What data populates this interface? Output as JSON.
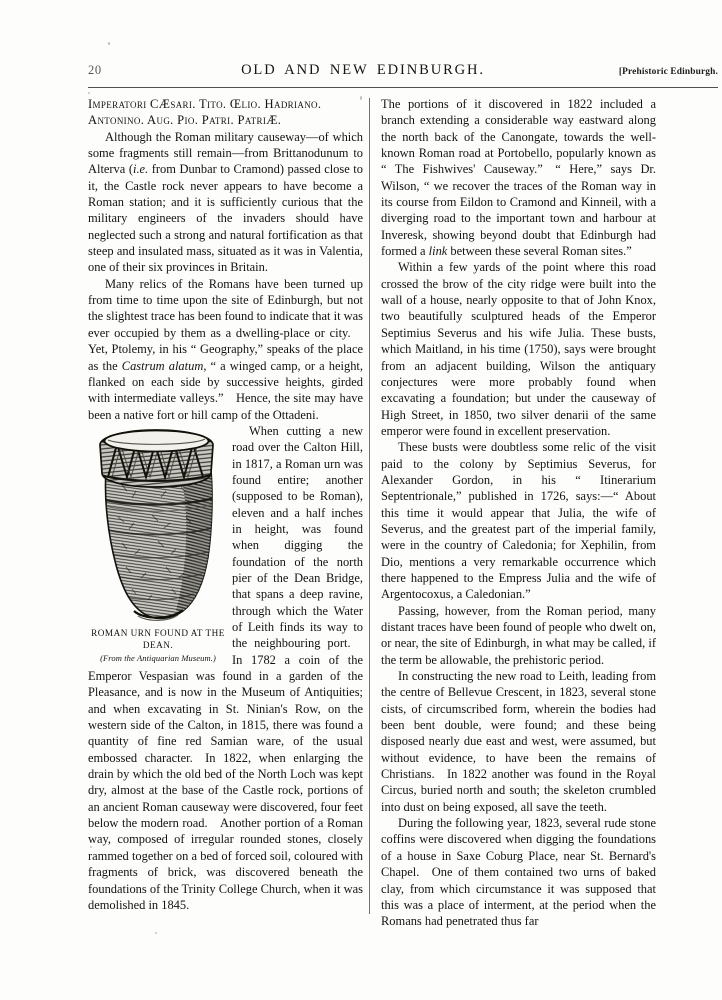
{
  "header": {
    "folio": "20",
    "title": "OLD AND NEW EDINBURGH.",
    "section_tag": "[Prehistoric Edinburgh."
  },
  "figure": {
    "alt_name": "roman-urn-engraving",
    "caption_line1": "ROMAN URN FOUND AT THE DEAN.",
    "caption_line2": "(From the Antiquarian Museum.)"
  },
  "left_column": {
    "inscription_line1": "Imperatori CÆsari. Tito. Œlio. Hadriano.",
    "inscription_line2": "Antonino. Aug. Pio. Patri. PatriÆ.",
    "p1_a": "Although the Roman military causeway—of which some fragments still remain––from Brittanodunum to Alterva (",
    "p1_ital": "i.e.",
    "p1_b": " from Dunbar to Cramond) passed close to it, the Castle rock never appears to have become a Roman station; and it is sufficiently curious that the military engineers of the invaders should have neglected such a strong and natural fortification as that steep and insulated mass, situated as it was in Valentia, one of their six provinces in Britain.",
    "p2_a": "Many relics of the Romans have been turned up from time to time upon the site of Edinburgh, but not the slightest trace has been found to indicate that it was ever occupied by them as a dwelling-place or city. Yet, Ptolemy, in his “ Geography,” speaks of the place as the ",
    "p2_ital": "Castrum alatum",
    "p2_b": ", “ a winged camp, or a height, flanked on each side by successive heights, girded with intermediate valleys.” Hence, the site may have been a native fort or hill camp of the Ottadeni.",
    "p3": "When cutting a new road over the Calton Hill, in 1817, a Roman urn was found entire; another (supposed to be Roman), eleven and a half inches in height, was found when digging the foundation of the north pier of the Dean Bridge, that spans a deep ravine, through which the Water of Leith finds its way to the neighbouring port. In 1782 a coin of the Emperor Vespasian was found in a garden of the Pleasance, and is now in the Museum of Antiquities; and when excavating in St. Ninian's Row, on the western side of the Calton, in 1815, there was found a quantity of fine red Samian ware, of the usual embossed character. In 1822, when enlarging the drain by which the old bed of the North Loch was kept dry, almost at the base of the Castle rock, portions of an ancient Roman causeway were discovered, four feet below the modern road. Another portion of a Roman way, composed of irregular rounded stones, closely rammed together on a bed of forced soil, coloured with fragments of brick, was discovered beneath the foundations of the Trinity College Church, when it was demolished in 1845."
  },
  "right_column": {
    "p1_a": "The portions of it discovered in 1822 included a branch extending a considerable way eastward along the north back of the Canongate, towards the well-known Roman road at Portobello, popularly known as “ The Fishwives' Causeway.” “ Here,” says Dr. Wilson, “ we recover the traces of the Roman way in its course from Eildon to Cramond and Kinneil, with a diverging road to the important town and harbour at Inveresk, showing beyond doubt that Edinburgh had formed a ",
    "p1_ital": "link",
    "p1_b": " between these several Roman sites.”",
    "p2": "Within a few yards of the point where this road crossed the brow of the city ridge were built into the wall of a house, nearly opposite to that of John Knox, two beautifully sculptured heads of the Emperor Septimius Severus and his wife Julia. These busts, which Maitland, in his time (1750), says were brought from an adjacent building, Wilson the antiquary conjectures were more probably found when excavating a foundation; but under the causeway of High Street, in 1850, two silver denarii of the same emperor were found in excellent preservation.",
    "p3": "These busts were doubtless some relic of the visit paid to the colony by Septimius Severus, for Alexander Gordon, in his “ Itinerarium Septentrionale,” published in 1726, says:—“ About this time it would appear that Julia, the wife of Severus, and the greatest part of the imperial family, were in the country of Caledonia; for Xephilin, from Dio, mentions a very remarkable occurrence which there happened to the Empress Julia and the wife of Argentocoxus, a Caledonian.”",
    "p4": "Passing, however, from the Roman period, many distant traces have been found of people who dwelt on, or near, the site of Edinburgh, in what may be called, if the term be allowable, the prehistoric period.",
    "p5": "In constructing the new road to Leith, leading from the centre of Bellevue Crescent, in 1823, several stone cists, of circumscribed form, wherein the bodies had been bent double, were found; and these being disposed nearly due east and west, were assumed, but without evidence, to have been the remains of Christians. In 1822 another was found in the Royal Circus, buried north and south; the skeleton crumbled into dust on being exposed, all save the teeth.",
    "p6": "During the following year, 1823, several rude stone coffins were discovered when digging the foundations of a house in Saxe Coburg Place, near St. Bernard's Chapel. One of them contained two urns of baked clay, from which circumstance it was supposed that this was a place of interment, at the period when the Romans had penetrated thus far"
  },
  "colors": {
    "paper": "#fdfdfb",
    "ink": "#131313",
    "rule": "#2a2a2a"
  }
}
